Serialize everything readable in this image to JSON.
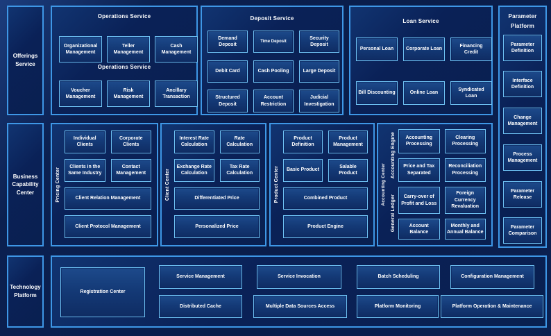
{
  "side_labels": {
    "offerings": "Offerings Service",
    "business": "Business Capability Center",
    "technology": "Technology Platform"
  },
  "operations": {
    "title": "Operations Service",
    "mid_label": "Operations Service",
    "row1": [
      "Organizational Management",
      "Teller Management",
      "Cash Management"
    ],
    "row2": [
      "Voucher Management",
      "Risk Management",
      "Ancillary Transaction"
    ]
  },
  "deposit": {
    "title": "Deposit Service",
    "items": [
      "Demand Deposit",
      "Time Deposit",
      "Security Deposit",
      "Debit Card",
      "Cash Pooling",
      "Large Deposit",
      "Structured Deposit",
      "Account Restriction",
      "Judicial Investigation"
    ]
  },
  "loan": {
    "title": "Loan Service",
    "row1": [
      "Personal Loan",
      "Corporate Loan",
      "Financing Credit"
    ],
    "row2": [
      "Bill Discounting",
      "Online Loan",
      "Syndicated Loan"
    ]
  },
  "parameter": {
    "title": "Parameter Platform",
    "items": [
      "Parameter Definition",
      "Interface Definition",
      "Change Management",
      "Process Management",
      "Parameter Release",
      "Parameter Comparison"
    ]
  },
  "pricing_center": {
    "vlabel": "Pricing Center",
    "grid": [
      "Individual Clients",
      "Corporate Clients",
      "Clients in the Same Industry",
      "Contact Management"
    ],
    "wide": [
      "Client Relation Management",
      "Client Protocol Management"
    ]
  },
  "client_center": {
    "vlabel": "Client Center",
    "grid": [
      "Interest Rate Calculation",
      "Rate Calculation",
      "Exchange Rate Calculation",
      "Tax Rate Calculation"
    ],
    "wide": [
      "Differentiated Price",
      "Personalized Price"
    ]
  },
  "product_center": {
    "vlabel": "Product Center",
    "grid": [
      "Product Definition",
      "Product Management",
      "Basic Product",
      "Salable Product"
    ],
    "wide": [
      "Combined Product",
      "Product Engine"
    ]
  },
  "accounting_center": {
    "vlabel": "Accounting Center",
    "engine": {
      "vlabel": "Accounting Engine",
      "items": [
        "Accounting Processing",
        "Clearing Processing",
        "Price and Tax Separated",
        "Reconciliation Processing"
      ]
    },
    "ledger": {
      "vlabel": "General Ledger",
      "items": [
        "Carry-over of Profit and Loss",
        "Foreign Currency Revaluation",
        "Account Balance",
        "Monthly and Annual Balance"
      ]
    }
  },
  "technology": {
    "registration": "Registration Center",
    "row1": [
      "Service Management",
      "Service Invocation",
      "Batch Scheduling",
      "Configuration Management"
    ],
    "row2": [
      "Distributed Cache",
      "Multiple Data Sources Access",
      "Platform Monitoring",
      "Platform Operation & Maintenance"
    ]
  },
  "colors": {
    "page_bg": "#0b2050",
    "section_border": "#3e97e6",
    "section_bg": "#0a2157",
    "node_border": "#6ec2f4",
    "node_bg": "#143a77",
    "text": "#ffffff"
  }
}
